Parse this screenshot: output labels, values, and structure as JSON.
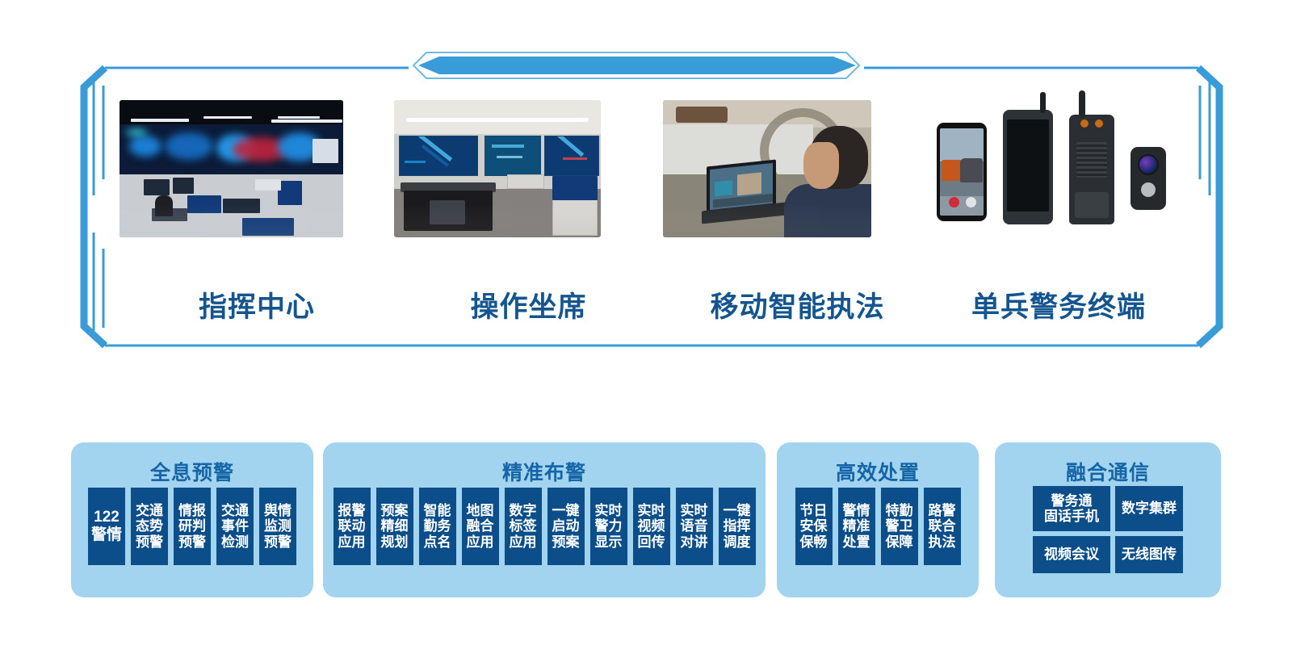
{
  "top_panel": {
    "banner": {
      "label": ""
    },
    "items": [
      {
        "caption": "指挥中心",
        "image": "command-center-photo"
      },
      {
        "caption": "操作坐席",
        "image": "operator-seats-photo"
      },
      {
        "caption": "移动智能执法",
        "image": "mobile-enforcement-photo"
      },
      {
        "caption": "单兵警务终端",
        "image": "police-terminal-devices-photo"
      }
    ]
  },
  "colors": {
    "accent_blue": "#3a9bd9",
    "card_bg": "#a3d4ef",
    "chip_bg": "#0b4e8a",
    "title_blue": "#1565a8",
    "caption_blue": "#14558f"
  },
  "cards": [
    {
      "title": "全息预警",
      "chips": [
        {
          "lines": [
            "122",
            "警情"
          ]
        },
        {
          "lines": [
            "交通",
            "态势",
            "预警"
          ]
        },
        {
          "lines": [
            "情报",
            "研判",
            "预警"
          ]
        },
        {
          "lines": [
            "交通",
            "事件",
            "检测"
          ]
        },
        {
          "lines": [
            "舆情",
            "监测",
            "预警"
          ]
        }
      ]
    },
    {
      "title": "精准布警",
      "chips": [
        {
          "lines": [
            "报警",
            "联动",
            "应用"
          ]
        },
        {
          "lines": [
            "预案",
            "精细",
            "规划"
          ]
        },
        {
          "lines": [
            "智能",
            "勤务",
            "点名"
          ]
        },
        {
          "lines": [
            "地图",
            "融合",
            "应用"
          ]
        },
        {
          "lines": [
            "数字",
            "标签",
            "应用"
          ]
        },
        {
          "lines": [
            "一键",
            "启动",
            "预案"
          ]
        },
        {
          "lines": [
            "实时",
            "警力",
            "显示"
          ]
        },
        {
          "lines": [
            "实时",
            "视频",
            "回传"
          ]
        },
        {
          "lines": [
            "实时",
            "语音",
            "对讲"
          ]
        },
        {
          "lines": [
            "一键",
            "指挥",
            "调度"
          ]
        }
      ]
    },
    {
      "title": "高效处置",
      "chips": [
        {
          "lines": [
            "节日",
            "安保",
            "保畅"
          ]
        },
        {
          "lines": [
            "警情",
            "精准",
            "处置"
          ]
        },
        {
          "lines": [
            "特勤",
            "警卫",
            "保障"
          ]
        },
        {
          "lines": [
            "路警",
            "联合",
            "执法"
          ]
        }
      ]
    },
    {
      "title": "融合通信",
      "grid": [
        [
          {
            "lines": [
              "警务通",
              "固话手机"
            ]
          },
          {
            "lines": [
              "数字集群"
            ]
          }
        ],
        [
          {
            "lines": [
              "视频会议"
            ]
          },
          {
            "lines": [
              "无线图传"
            ]
          }
        ]
      ]
    }
  ]
}
